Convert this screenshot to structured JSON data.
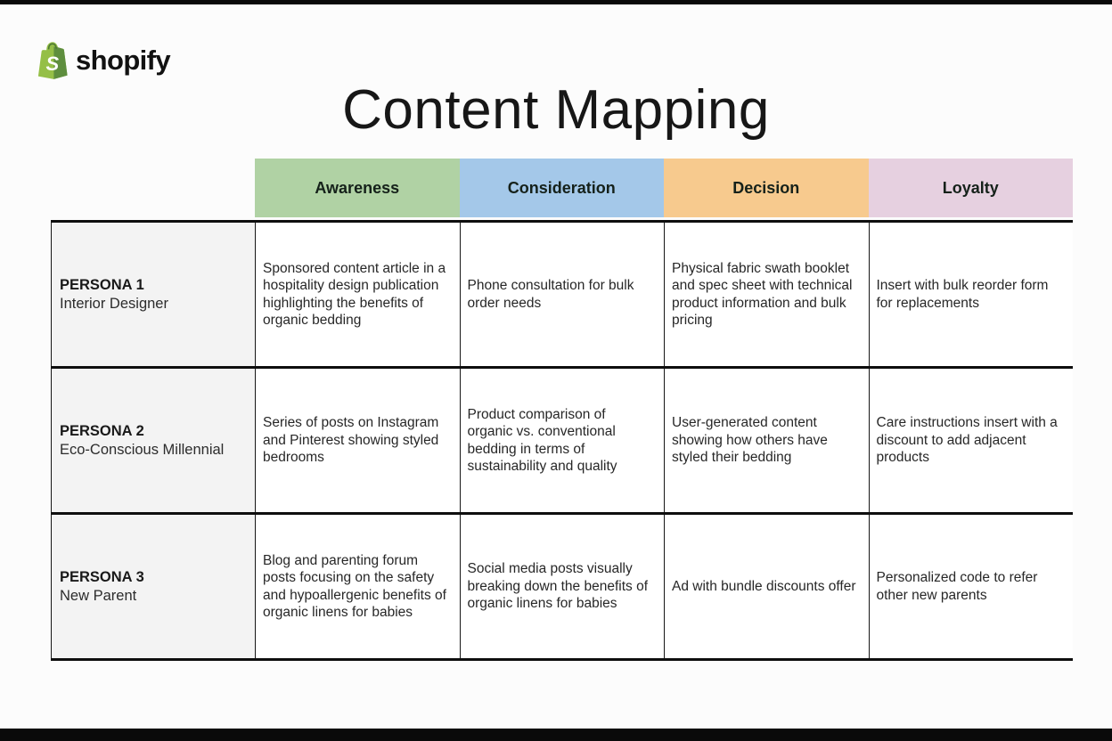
{
  "page": {
    "title": "Content Mapping"
  },
  "brand": {
    "wordmark": "shopify",
    "bag_green": "#95BF47",
    "bag_dark_green": "#5E8E3E"
  },
  "table": {
    "stages": [
      {
        "label": "Awareness",
        "color": "#b0d2a4"
      },
      {
        "label": "Consideration",
        "color": "#a4c8e9"
      },
      {
        "label": "Decision",
        "color": "#f7ca8e"
      },
      {
        "label": "Loyalty",
        "color": "#e6d0e0"
      }
    ],
    "rows": [
      {
        "persona": "PERSONA 1",
        "descriptor": "Interior Designer",
        "cells": [
          "Sponsored content article in a hospitality design publication highlighting the benefits of organic bedding",
          "Phone consultation for bulk order needs",
          "Physical fabric swath booklet and spec sheet with technical product information and bulk pricing",
          "Insert with bulk reorder form for replacements"
        ]
      },
      {
        "persona": "PERSONA 2",
        "descriptor": "Eco-Conscious Millennial",
        "cells": [
          "Series of posts on Instagram and Pinterest showing styled bedrooms",
          "Product comparison of organic vs. conventional bedding in terms of sustainability and quality",
          "User-generated content showing how others have styled their bedding",
          "Care instructions insert with a discount to add adjacent products"
        ]
      },
      {
        "persona": "PERSONA 3",
        "descriptor": "New Parent",
        "cells": [
          "Blog and parenting forum posts focusing on the safety and hypoallergenic benefits of organic linens for babies",
          "Social media posts visually breaking down the benefits of organic linens for babies",
          "Ad with bundle discounts offer",
          "Personalized code to refer other new parents"
        ]
      }
    ]
  }
}
